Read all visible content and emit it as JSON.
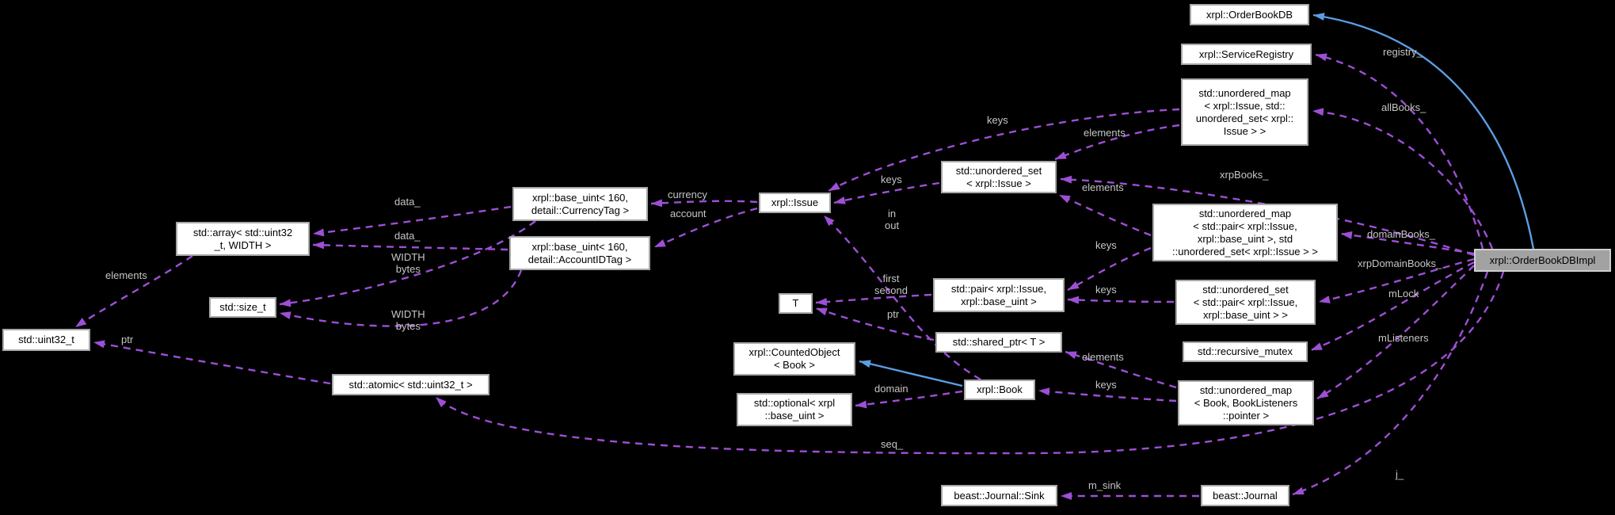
{
  "diagram_type": "class-collaboration-graph",
  "colors": {
    "background": "#000000",
    "node_fill": "#ffffff",
    "node_border": "#a8a8a8",
    "node_text": "#000000",
    "highlight_node_fill": "#a2a2a2",
    "edge_dashed": "#9e4fd6",
    "edge_inheritance": "#5b9fe3",
    "edge_label_text": "#c6c6c6"
  },
  "nodes": {
    "orderbookdb": {
      "label": "xrpl::OrderBookDB"
    },
    "serviceregistry": {
      "label": "xrpl::ServiceRegistry"
    },
    "allbooks_map": {
      "label": "std::unordered_map\n< xrpl::Issue, std::\nunordered_set< xrpl::\nIssue > >"
    },
    "xrp_set": {
      "label": "std::unordered_set\n< xrpl::Issue >"
    },
    "issue": {
      "label": "xrpl::Issue"
    },
    "currency_tag": {
      "label": "xrpl::base_uint< 160,\ndetail::CurrencyTag >"
    },
    "accountid_tag": {
      "label": "xrpl::base_uint< 160,\ndetail::AccountIDTag >"
    },
    "array": {
      "label": "std::array< std::uint32\n_t, WIDTH >"
    },
    "size_t": {
      "label": "std::size_t"
    },
    "uint32_t": {
      "label": "std::uint32_t"
    },
    "atomic": {
      "label": "std::atomic< std::uint32_t >"
    },
    "counted_object": {
      "label": "xrpl::CountedObject\n< Book >"
    },
    "optional": {
      "label": "std::optional< xrpl\n::base_uint >"
    },
    "book": {
      "label": "xrpl::Book"
    },
    "t_param": {
      "label": "T"
    },
    "pair": {
      "label": "std::pair< xrpl::Issue,\nxrpl::base_uint >"
    },
    "shared_ptr": {
      "label": "std::shared_ptr< T >"
    },
    "domain_map": {
      "label": "std::unordered_map\n< std::pair< xrpl::Issue,\nxrpl::base_uint >, std\n::unordered_set< xrpl::Issue > >"
    },
    "pair_set": {
      "label": "std::unordered_set\n< std::pair< xrpl::Issue,\nxrpl::base_uint > >"
    },
    "recursive_mutex": {
      "label": "std::recursive_mutex"
    },
    "listeners_map": {
      "label": "std::unordered_map\n< Book, BookListeners\n::pointer >"
    },
    "journal_sink": {
      "label": "beast::Journal::Sink"
    },
    "journal": {
      "label": "beast::Journal"
    },
    "impl": {
      "label": "xrpl::OrderBookDBImpl"
    }
  },
  "edge_labels": {
    "registry": "registry_",
    "allbooks": "allBooks_",
    "xrpbooks": "xrpBooks_",
    "domainbooks": "domainBooks_",
    "xrpdomainbooks": "xrpDomainBooks_",
    "mlock": "mLock",
    "mlisteners": "mListeners",
    "seq": "seq_",
    "j": "j_",
    "msink": "m_sink",
    "keys_allbooks": "keys",
    "elements_allbooks": "elements",
    "keys_xrpset": "keys",
    "elements_domainmap": "elements",
    "keys_domainmap": "keys",
    "keys_pairset": "keys",
    "keys_listeners": "keys",
    "elements_listeners": "elements",
    "ptr_sharedptr": "ptr",
    "first_second": "first\nsecond",
    "in_out": "in\nout",
    "domain": "domain",
    "currency": "currency",
    "account": "account",
    "data_currency": "data_",
    "data_account": "data_",
    "width_bytes_currency": "WIDTH\nbytes",
    "width_bytes_account": "WIDTH\nbytes",
    "elements_array": "elements",
    "ptr_atomic": "ptr"
  }
}
